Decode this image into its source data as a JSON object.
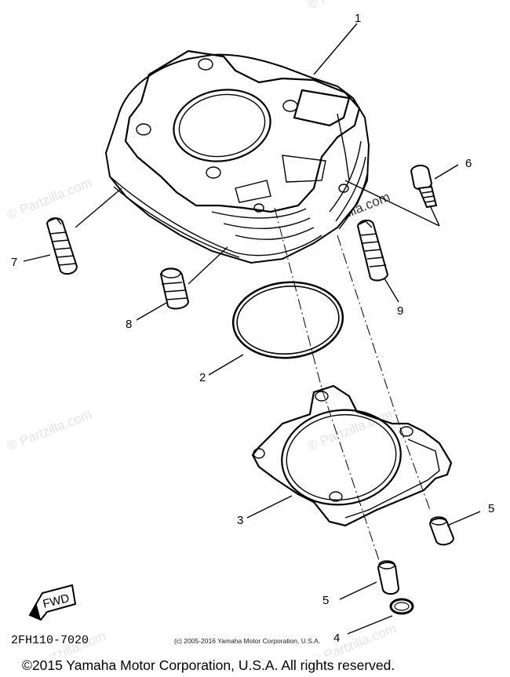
{
  "diagram": {
    "callouts": [
      {
        "id": "1",
        "label": "1"
      },
      {
        "id": "2",
        "label": "2"
      },
      {
        "id": "3",
        "label": "3"
      },
      {
        "id": "4",
        "label": "4"
      },
      {
        "id": "5a",
        "label": "5"
      },
      {
        "id": "5b",
        "label": "5"
      },
      {
        "id": "6",
        "label": "6"
      },
      {
        "id": "7",
        "label": "7"
      },
      {
        "id": "8",
        "label": "8"
      },
      {
        "id": "9",
        "label": "9"
      }
    ],
    "part_code": "2FH110-7020",
    "fwd_label": "FWD",
    "inner_copyright": "(c) 2005-2016 Yamaha Motor Corporation, U.S.A.",
    "watermark_text": "© Partzilla.com",
    "watermark_strong": "© Partzilla.com"
  },
  "footer": {
    "copyright": "©2015 Yamaha Motor Corporation, U.S.A. All rights reserved."
  }
}
